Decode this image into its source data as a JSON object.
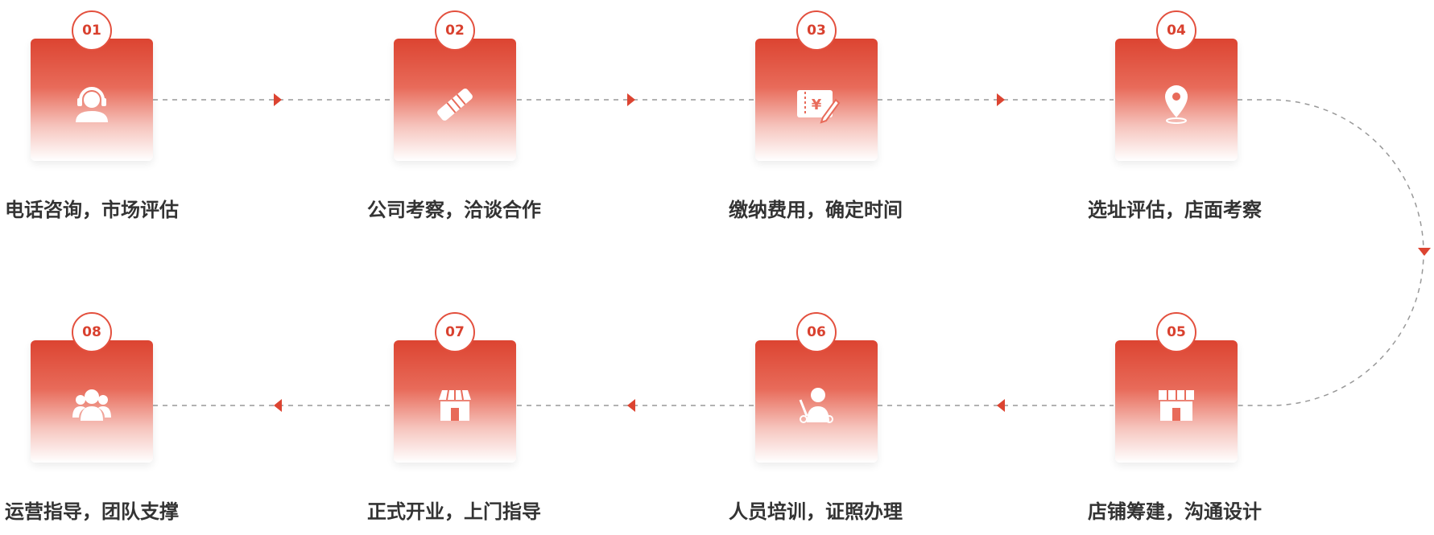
{
  "steps": [
    {
      "number": "01",
      "label": "电话咨询，市场评估",
      "icon": "customer-service-icon"
    },
    {
      "number": "02",
      "label": "公司考察，洽谈合作",
      "icon": "handshake-icon"
    },
    {
      "number": "03",
      "label": "缴纳费用，确定时间",
      "icon": "payment-icon"
    },
    {
      "number": "04",
      "label": "选址评估，店面考察",
      "icon": "location-pin-icon"
    },
    {
      "number": "05",
      "label": "店铺筹建，沟通设计",
      "icon": "storefront-icon"
    },
    {
      "number": "06",
      "label": "人员培训，证照办理",
      "icon": "trainer-icon"
    },
    {
      "number": "07",
      "label": "正式开业，上门指导",
      "icon": "shop-icon"
    },
    {
      "number": "08",
      "label": "运营指导，团队支撑",
      "icon": "team-icon"
    }
  ],
  "colors": {
    "accent": "#dc4431",
    "text": "#333333",
    "connector": "#999999"
  }
}
